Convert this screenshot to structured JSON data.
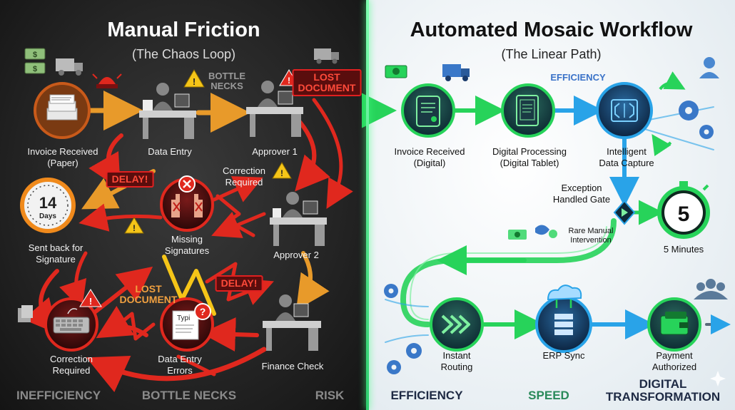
{
  "left": {
    "title": "Manual Friction",
    "subtitle": "(The Chaos Loop)",
    "nodes": {
      "invoice_received": "Invoice Received\n(Paper)",
      "data_entry": "Data Entry",
      "approver_1": "Approver 1",
      "correction_required_mid": "Correction\nRequired",
      "missing_signatures": "Missing\nSignatures",
      "sent_back": "Sent back for\nSignature",
      "approver_2": "Approver 2",
      "correction_required_bottom": "Correction\nRequired",
      "data_entry_errors": "Data Entry\nErrors",
      "finance_check": "Finance Check"
    },
    "tags": {
      "bottlenecks": "BOTTLE\nNECKS",
      "lost_document_top": "LOST\nDOCUMENT",
      "delay_1": "DELAY!",
      "delay_2": "DELAY!",
      "lost_document_bottom": "LOST\nDOCUMENT"
    },
    "clock": {
      "number": "14",
      "unit": "Days"
    },
    "error_doc_text": "Typi",
    "footer": [
      "INEFFICIENCY",
      "BOTTLE NECKS",
      "RISK"
    ]
  },
  "right": {
    "title": "Automated Mosaic Workflow",
    "subtitle": "(The Linear Path)",
    "efficiency_label": "EFFICIENCY",
    "nodes": {
      "invoice_received": "Invoice Received\n(Digital)",
      "digital_processing": "Digital Processing\n(Digital Tablet)",
      "data_capture": "Intelligent\nData Capture",
      "exception_gate": "Exception\nHandled Gate",
      "rare_manual": "Rare Manual\nIntervention",
      "five_minutes": "5 Minutes",
      "instant_routing": "Instant\nRouting",
      "erp_sync": "ERP Sync",
      "payment_authorized": "Payment\nAuthorized"
    },
    "timer_number": "5",
    "footer": [
      "EFFICIENCY",
      "SPEED",
      "DIGITAL\nTRANSFORMATION"
    ]
  },
  "colors": {
    "chaos_red": "#e0281e",
    "warning_yellow": "#f5c518",
    "flow_green": "#27d35a",
    "flow_blue": "#29a3e8",
    "clock_orange": "#f08a1c"
  },
  "icons": [
    "money-icon",
    "truck-icon",
    "siren-icon",
    "warning-icon",
    "worker-desk-icon",
    "paper-stack-icon",
    "raised-hands-icon",
    "keyboard-icon",
    "error-document-icon",
    "clock-icon",
    "tablet-icon",
    "document-icon",
    "brain-chip-icon",
    "gear-icon",
    "timer-icon",
    "fast-forward-icon",
    "cloud-server-icon",
    "wallet-card-icon",
    "users-icon",
    "user-icon",
    "gate-diamond-icon",
    "sparkle-icon"
  ]
}
